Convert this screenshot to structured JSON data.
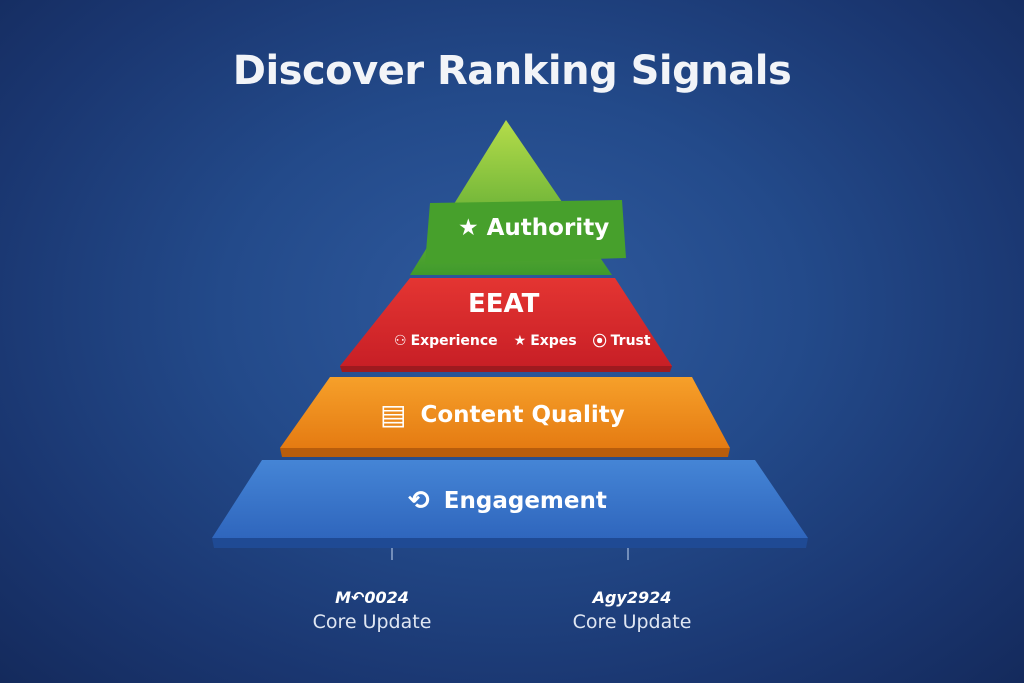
{
  "title": "Discover Ranking Signals",
  "pyramid": {
    "authority": {
      "label": "Authority",
      "icon": "star-icon",
      "color": "#4fa52e"
    },
    "eeat": {
      "label": "EEAT",
      "color": "#d9262b",
      "items": [
        {
          "label": "Experience",
          "icon": "people-icon"
        },
        {
          "label": "Expes",
          "icon": "star-icon"
        },
        {
          "label": "Trust",
          "icon": "location-pin-icon"
        }
      ]
    },
    "content_quality": {
      "label": "Content Quality",
      "icon": "document-icon",
      "color": "#ef8a17"
    },
    "engagement": {
      "label": "Engagement",
      "icon": "refresh-arrows-icon",
      "color": "#3673c9"
    }
  },
  "timeline": [
    {
      "date": "M↶0024",
      "label": "Core Update"
    },
    {
      "date": "Agy2924",
      "label": "Core Update"
    }
  ]
}
